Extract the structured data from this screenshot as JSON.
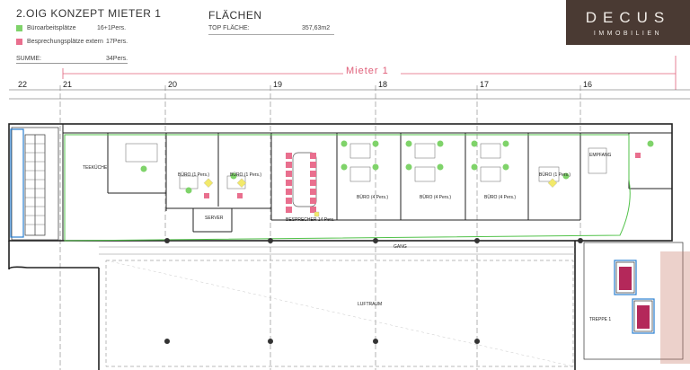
{
  "header": {
    "title": "2.OIG  KONZEPT MIETER 1",
    "legend": [
      {
        "label": "Büroarbeitsplätze",
        "value": "16+1Pers.",
        "color": "#7fd36a"
      },
      {
        "label": "Besprechungsplätze extern",
        "value": "17Pers.",
        "color": "#e96f8e"
      }
    ],
    "sum_label": "SUMME:",
    "sum_value": "34Pers.",
    "areas_title": "FLÄCHEN",
    "top_area_label": "TOP FLÄCHE:",
    "top_area_value": "357,63m2"
  },
  "logo": {
    "brand": "DECUS",
    "sub": "IMMOBILIEN"
  },
  "plan": {
    "tenant_label": "Mieter 1",
    "axes": [
      "22",
      "21",
      "20",
      "19",
      "18",
      "17",
      "16"
    ],
    "rooms": [
      "TEEKÜCHE",
      "BÜRO (1 Pers.)",
      "BÜRO (1 Pers.)",
      "SERVER",
      "BESPRECHER 14 Pers.",
      "BÜRO (4 Pers.)",
      "BÜRO (4 Pers.)",
      "BÜRO (4 Pers.)",
      "BÜRO (1 Pers.)",
      "EMPFANG",
      "GANG",
      "LUFTRAUM",
      "TREPPE 1"
    ]
  }
}
